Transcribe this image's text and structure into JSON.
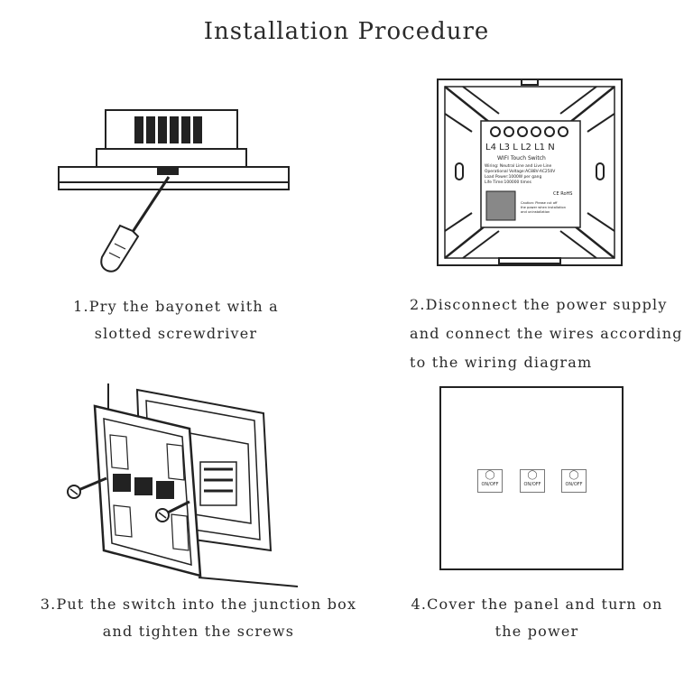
{
  "title": "Installation Procedure",
  "steps": [
    {
      "line1": "1.Pry the bayonet with a",
      "line2": "slotted screwdriver"
    },
    {
      "line1": "2.Disconnect the power supply",
      "line2": "and connect the wires according",
      "line3": "to the wiring diagram"
    },
    {
      "line1": "3.Put the switch into the junction box",
      "line2": "and tighten the screws"
    },
    {
      "line1": "4.Cover the panel and turn on",
      "line2": "the power"
    }
  ],
  "back_label": {
    "terminals": "L4 L3 L L2 L1 N",
    "model": "WIFI Touch Switch",
    "spec1": "Wiring: Neutral Line and Live Line",
    "spec2": "Operational Voltage:AC88V-AC250V",
    "spec3": "Load Power:1000W per gang",
    "spec4": "Life Time:100000 times",
    "cert": "CE RoHS",
    "caution1": "Caution: Please cut off",
    "caution2": "the power when installation",
    "caution3": "and uninstallation"
  },
  "touch_keys": [
    "ON/OFF",
    "ON/OFF",
    "ON/OFF"
  ]
}
